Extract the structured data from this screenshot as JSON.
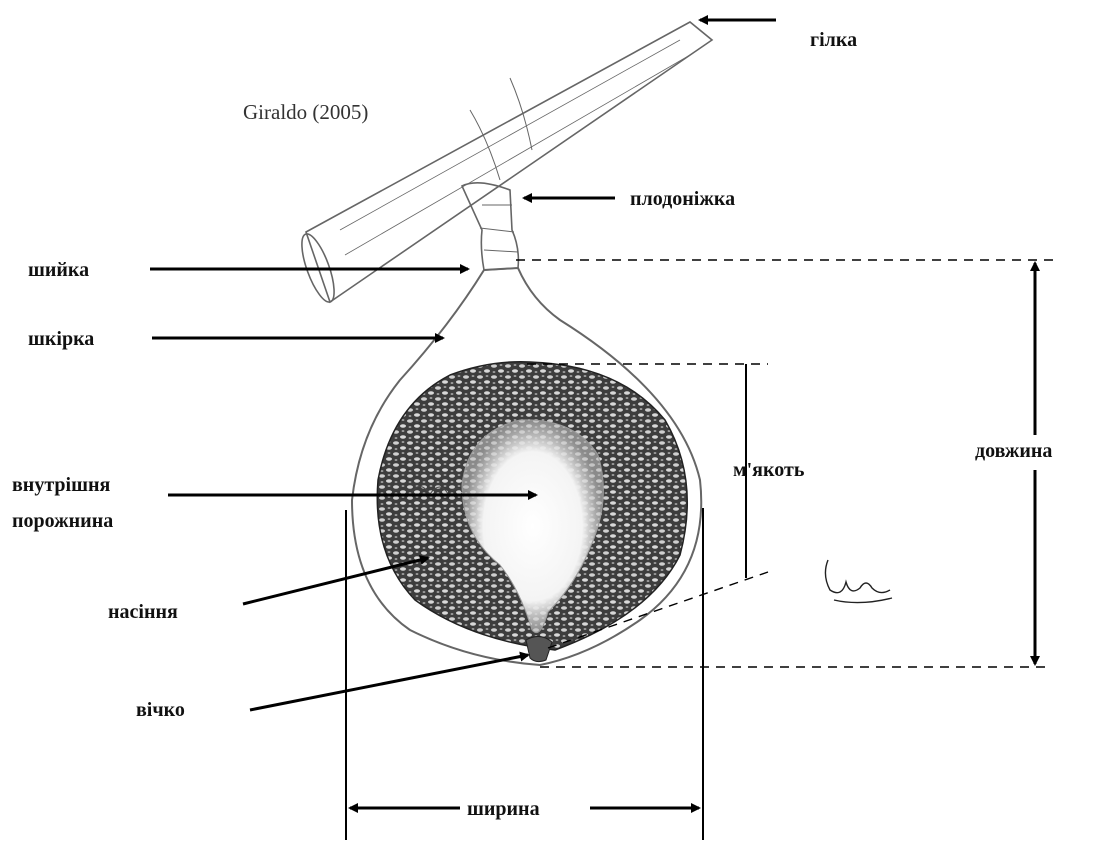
{
  "credit": "Giraldo (2005)",
  "labels": {
    "branch": "гілка",
    "peduncle": "плодоніжка",
    "neck": "шийка",
    "skin": "шкірка",
    "cavity_line1": "внутрішня",
    "cavity_line2": "порожнина",
    "seeds": "насіння",
    "ostiole": "вічко",
    "width": "ширина",
    "pulp": "м'якоть",
    "length": "довжина"
  }
}
